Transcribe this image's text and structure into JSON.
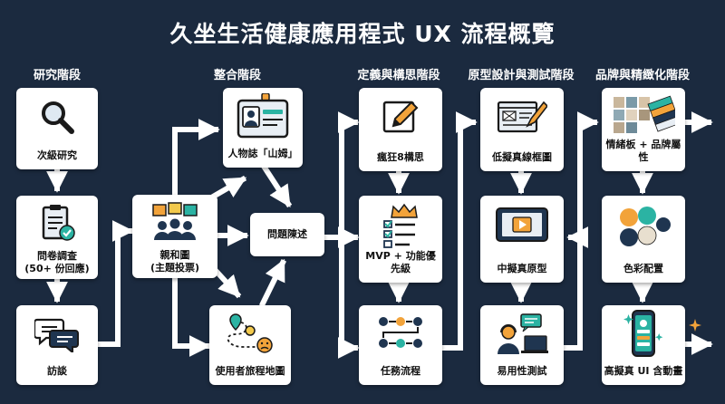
{
  "title": "久坐生活健康應用程式 UX 流程概覽",
  "columns": [
    {
      "header": "研究階段"
    },
    {
      "header": "整合階段"
    },
    {
      "header": "定義與構思階段"
    },
    {
      "header": "原型設計與測試階段"
    },
    {
      "header": "品牌與精緻化階段"
    }
  ],
  "nodes": {
    "secondary_research": {
      "label": "次級研究",
      "icon": "magnifier-icon"
    },
    "questionnaire": {
      "label": "問卷調查",
      "label2": "(50+ 份回應)",
      "icon": "clipboard-check-icon"
    },
    "interview": {
      "label": "訪談",
      "icon": "chat-bubbles-icon"
    },
    "affinity": {
      "label": "親和圖",
      "label2": "(主題投票)",
      "icon": "sticky-notes-team-icon"
    },
    "persona": {
      "label": "人物誌「山姆」",
      "icon": "id-card-icon"
    },
    "problem": {
      "label": "問題陳述"
    },
    "journey": {
      "label": "使用者旅程地圖",
      "icon": "journey-path-icon"
    },
    "crazy8": {
      "label": "瘋狂8構思",
      "icon": "pencil-icon"
    },
    "mvp": {
      "label": "MVP + 功能優先級",
      "icon": "crown-checklist-icon"
    },
    "task_flow": {
      "label": "任務流程",
      "icon": "flow-nodes-icon"
    },
    "lofi": {
      "label": "低擬真線框圖",
      "icon": "wireframe-icon"
    },
    "mid": {
      "label": "中擬真原型",
      "icon": "tablet-play-icon"
    },
    "usability": {
      "label": "易用性測試",
      "icon": "user-testing-icon"
    },
    "moodboard": {
      "label": "情緒板 + 品牌屬性",
      "icon": "moodboard-swatch-icon"
    },
    "color": {
      "label": "色彩配置",
      "icon": "palette-icon"
    },
    "hifi": {
      "label": "高擬真 UI 含動畫",
      "icon": "phone-ui-icon"
    }
  },
  "colors": {
    "background": "#1b2a3f",
    "card": "#ffffff",
    "arrow": "#ffffff",
    "accent_teal": "#2bb3a3",
    "accent_orange": "#f2a33a",
    "accent_navy": "#1f3550"
  }
}
